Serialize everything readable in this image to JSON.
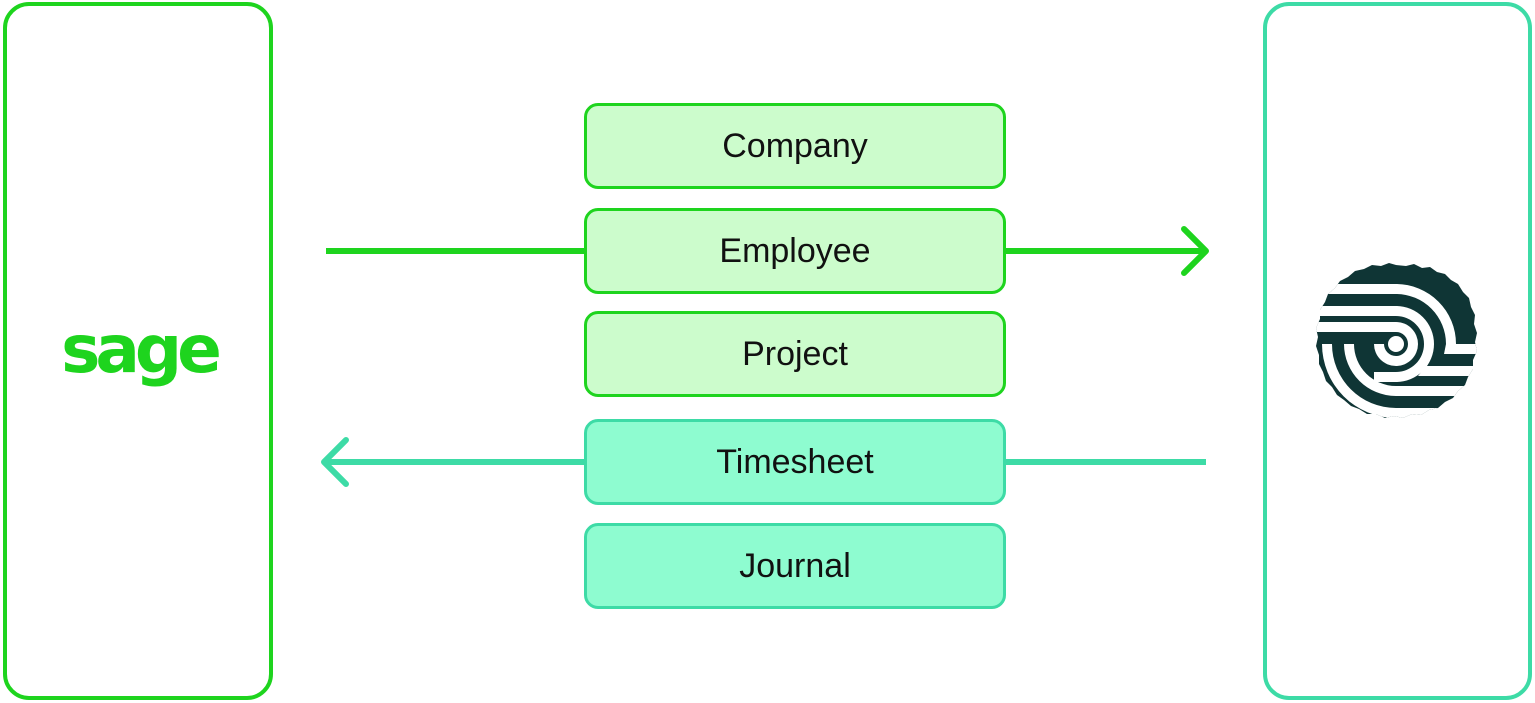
{
  "source_system": {
    "logo_text": "sage"
  },
  "target_system": {
    "logo_icon": "concentric-rings-logo-icon"
  },
  "entities": {
    "company": "Company",
    "employee": "Employee",
    "project": "Project",
    "timesheet": "Timesheet",
    "journal": "Journal"
  },
  "colors": {
    "outbound_accent": "#1ed41e",
    "outbound_fill": "#ccfccc",
    "inbound_accent": "#3ddba6",
    "inbound_fill": "#8efcd0",
    "logo_dark": "#0f3535"
  }
}
